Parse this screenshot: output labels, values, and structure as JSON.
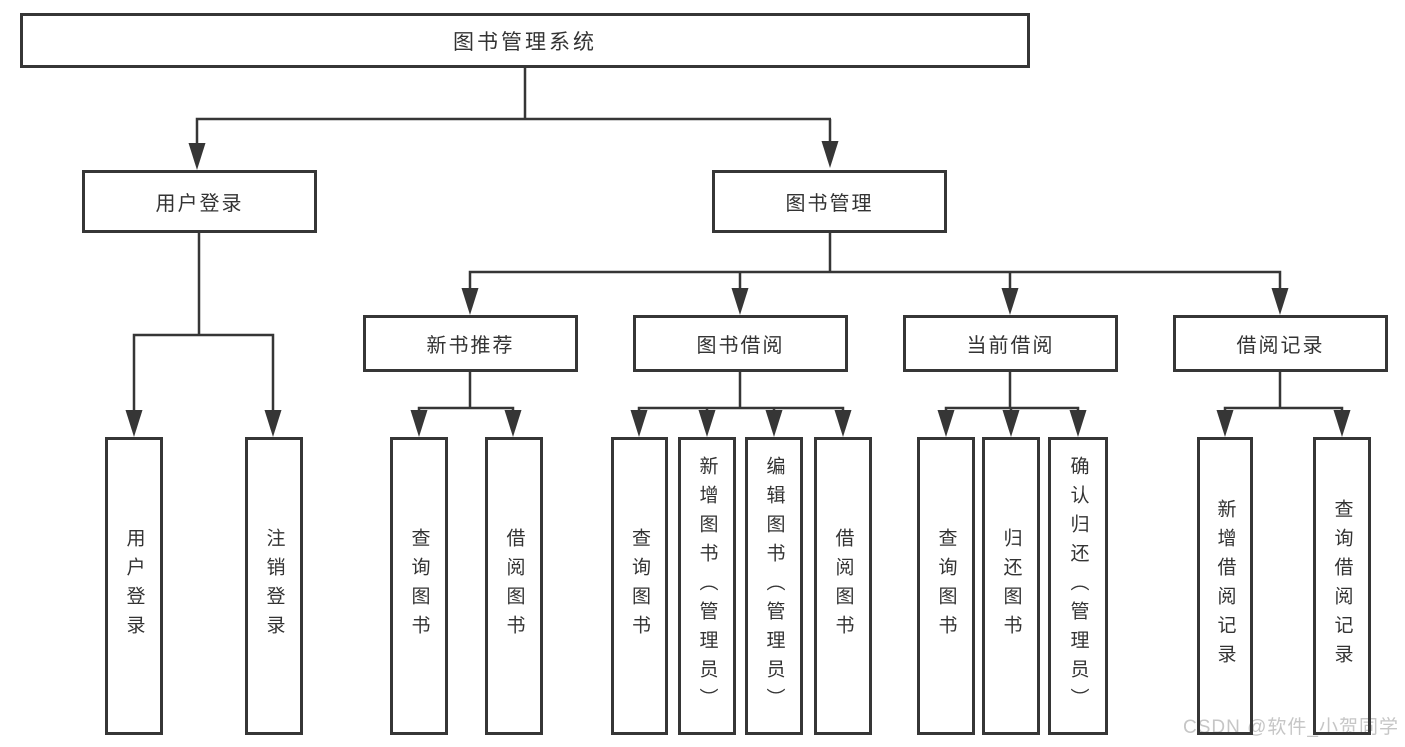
{
  "tree": {
    "root": {
      "label": "图书管理系统",
      "children": [
        {
          "label": "用户登录",
          "children": [
            {
              "label": "用户登录"
            },
            {
              "label": "注销登录"
            }
          ]
        },
        {
          "label": "图书管理",
          "children": [
            {
              "label": "新书推荐",
              "children": [
                {
                  "label": "查询图书"
                },
                {
                  "label": "借阅图书"
                }
              ]
            },
            {
              "label": "图书借阅",
              "children": [
                {
                  "label": "查询图书"
                },
                {
                  "label": "新增图书（管理员）"
                },
                {
                  "label": "编辑图书（管理员）"
                },
                {
                  "label": "借阅图书"
                }
              ]
            },
            {
              "label": "当前借阅",
              "children": [
                {
                  "label": "查询图书"
                },
                {
                  "label": "归还图书"
                },
                {
                  "label": "确认归还（管理员）"
                }
              ]
            },
            {
              "label": "借阅记录",
              "children": [
                {
                  "label": "新增借阅记录"
                },
                {
                  "label": "查询借阅记录"
                }
              ]
            }
          ]
        }
      ]
    }
  },
  "watermark": {
    "text": "CSDN @软件_小贺同学"
  },
  "colors": {
    "line": "#363636",
    "box_border": "#363636",
    "text": "#333333",
    "watermark_text": "#c6c6c6",
    "background": "#ffffff"
  }
}
